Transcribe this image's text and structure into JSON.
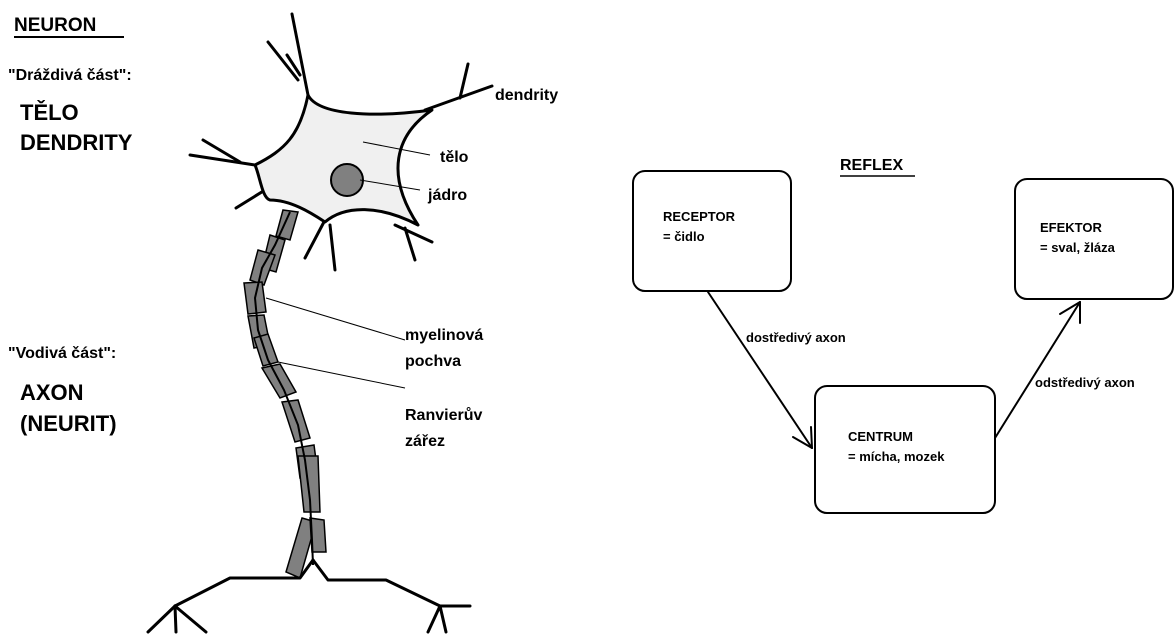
{
  "neuron": {
    "title": "NEURON",
    "receptive_part_label": "\"Dráždivá část\":",
    "receptive_line1": "TĚLO",
    "receptive_line2": "DENDRITY",
    "conductive_part_label": "\"Vodivá část\":",
    "conductive_line1": "AXON",
    "conductive_line2": "(NEURIT)",
    "labels": {
      "dendrites": "dendrity",
      "body": "tělo",
      "nucleus": "jádro",
      "myelin_line1": "myelinová",
      "myelin_line2": "pochva",
      "ranvier_line1": "Ranvierův",
      "ranvier_line2": "zářez"
    },
    "colors": {
      "body_fill": "#f0f0f0",
      "nucleus_fill": "#808080",
      "myelin_fill": "#808080",
      "stroke": "#000000"
    }
  },
  "reflex": {
    "title": "REFLEX",
    "receptor_line1": "RECEPTOR",
    "receptor_line2": "= čidlo",
    "center_line1": "CENTRUM",
    "center_line2": "= mícha, mozek",
    "effector_line1": "EFEKTOR",
    "effector_line2": "= sval, žláza",
    "afferent_axon": "dostředivý axon",
    "efferent_axon": "odstředivý axon"
  }
}
